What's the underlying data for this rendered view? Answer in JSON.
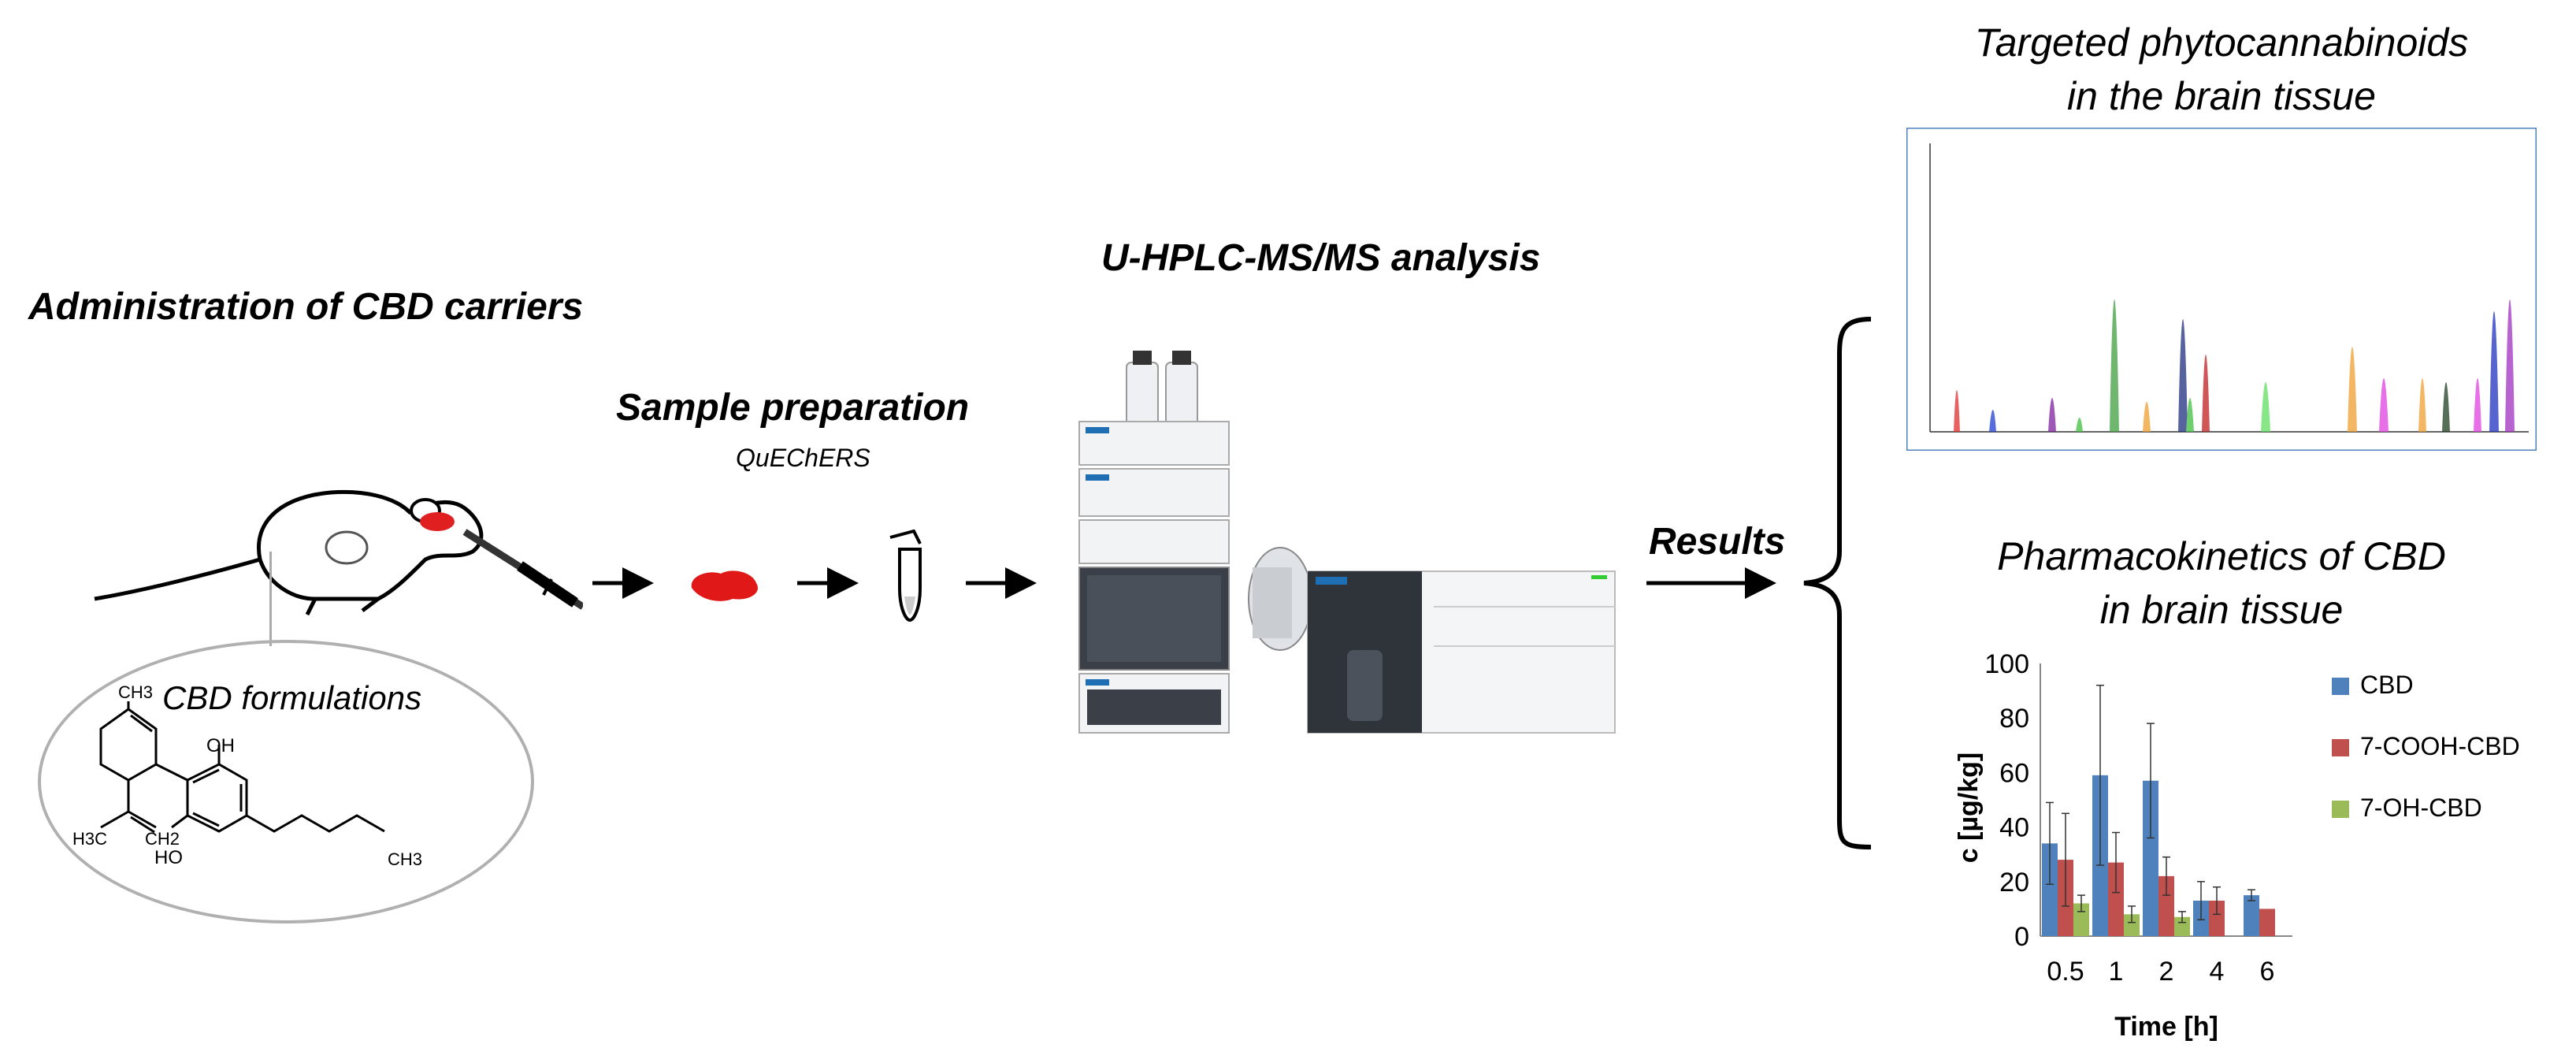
{
  "steps": {
    "administration": "Administration of CBD carriers",
    "formulations": "CBD formulations",
    "sample_prep": "Sample preparation",
    "sample_prep_method": "QuEChERS",
    "analysis": "U-HPLC-MS/MS analysis",
    "results": "Results"
  },
  "molecule": {
    "ch3_top": "CH3",
    "oh_top": "OH",
    "h3c": "H3C",
    "ch2": "CH2",
    "ho": "HO",
    "ch3_right": "CH3"
  },
  "chromatogram": {
    "title_line1": "Targeted phytocannabinoids",
    "title_line2": "in the brain tissue"
  },
  "pk_chart": {
    "title_line1": "Pharmacokinetics of CBD",
    "title_line2": "in brain tissue"
  },
  "chart_data": {
    "type": "bar",
    "categories": [
      "0.5",
      "1",
      "2",
      "4",
      "6"
    ],
    "series": [
      {
        "name": "CBD",
        "color": "#4f81bd",
        "values": [
          34,
          59,
          57,
          13,
          15
        ],
        "errors": [
          15,
          33,
          21,
          7,
          2
        ]
      },
      {
        "name": "7-COOH-CBD",
        "color": "#c0504d",
        "values": [
          28,
          27,
          22,
          13,
          10
        ],
        "errors": [
          17,
          11,
          7,
          5,
          0
        ]
      },
      {
        "name": "7-OH-CBD",
        "color": "#9bbb59",
        "values": [
          12,
          8,
          7,
          null,
          null
        ],
        "errors": [
          3,
          3,
          2,
          null,
          null
        ]
      }
    ],
    "xlabel": "Time [h]",
    "ylabel": "c [µg/kg]",
    "ylim": [
      0,
      100
    ],
    "yticks": [
      "0",
      "20",
      "40",
      "60",
      "80",
      "100"
    ],
    "legend_position": "right"
  }
}
